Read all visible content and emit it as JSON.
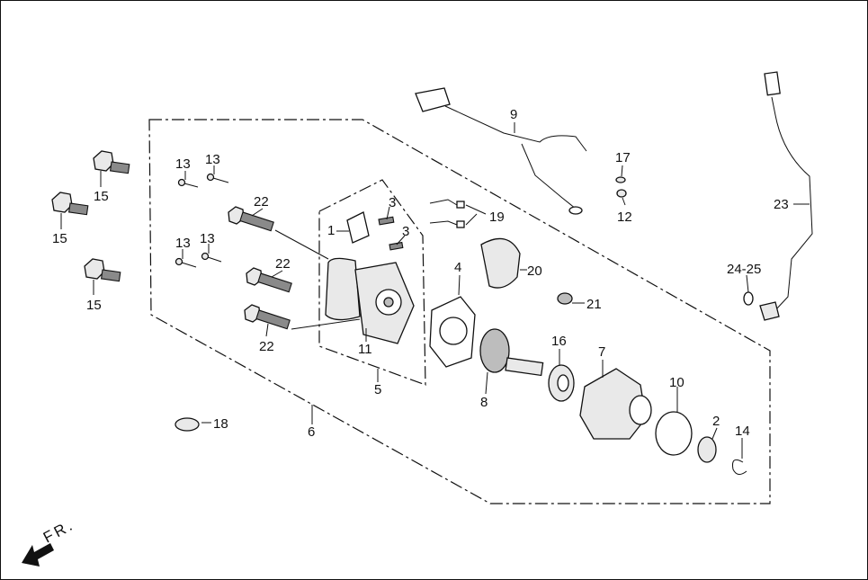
{
  "diagram": {
    "labels": [
      {
        "id": "l13a",
        "text": "13"
      },
      {
        "id": "l13b",
        "text": "13"
      },
      {
        "id": "l13c",
        "text": "13"
      },
      {
        "id": "l13d",
        "text": "13"
      },
      {
        "id": "l15a",
        "text": "15"
      },
      {
        "id": "l15b",
        "text": "15"
      },
      {
        "id": "l15c",
        "text": "15"
      },
      {
        "id": "l22a",
        "text": "22"
      },
      {
        "id": "l22b",
        "text": "22"
      },
      {
        "id": "l22c",
        "text": "22"
      },
      {
        "id": "l1",
        "text": "1"
      },
      {
        "id": "l3a",
        "text": "3"
      },
      {
        "id": "l3b",
        "text": "3"
      },
      {
        "id": "l11",
        "text": "11"
      },
      {
        "id": "l5",
        "text": "5"
      },
      {
        "id": "l6",
        "text": "6"
      },
      {
        "id": "l18",
        "text": "18"
      },
      {
        "id": "l9",
        "text": "9"
      },
      {
        "id": "l19",
        "text": "19"
      },
      {
        "id": "l4",
        "text": "4"
      },
      {
        "id": "l20",
        "text": "20"
      },
      {
        "id": "l21",
        "text": "21"
      },
      {
        "id": "l8",
        "text": "8"
      },
      {
        "id": "l16",
        "text": "16"
      },
      {
        "id": "l7",
        "text": "7"
      },
      {
        "id": "l10",
        "text": "10"
      },
      {
        "id": "l2",
        "text": "2"
      },
      {
        "id": "l14",
        "text": "14"
      },
      {
        "id": "l17",
        "text": "17"
      },
      {
        "id": "l12",
        "text": "12"
      },
      {
        "id": "l23",
        "text": "23"
      },
      {
        "id": "l2425",
        "text": "24-25"
      }
    ],
    "direction_label": "FR."
  },
  "colors": {
    "line": "#111111",
    "part_fill": "#e9e9e9",
    "part_dark": "#bdbdbd",
    "background": "#ffffff"
  }
}
